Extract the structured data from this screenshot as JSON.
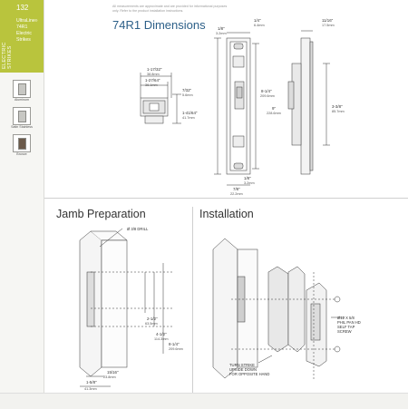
{
  "sidebar": {
    "page_number": "132",
    "vertical_label": "ELECTRIC STRIKES",
    "brand": "UltraLine",
    "model": "74R1",
    "line3": "Electric",
    "line4": "Strikes",
    "finishes": [
      {
        "label": "Aluminum"
      },
      {
        "label": "Satin Stainless"
      },
      {
        "label": "Bronze"
      }
    ]
  },
  "header": {
    "disclaimer": "All measurements are approximate and are provided for informational purposes only. Refer to the product installation instructions.",
    "title": "74R1 Dimensions"
  },
  "dimensions": {
    "top_width": "1/4\"",
    "top_width_mm": "6.4mm",
    "top_offset": "1/8\"",
    "top_offset_mm": "3.2mm",
    "bottom_offset": "1/8\"",
    "bottom_offset_mm": "3.2mm",
    "bottom_width": "7/8\"",
    "bottom_width_mm": "22.2mm",
    "body_height": "8-1/4\"",
    "body_height_mm": "209.6mm",
    "plate_height": "9\"",
    "plate_height_mm": "228.6mm",
    "side_depth": "11/16\"",
    "side_depth_mm": "17.5mm",
    "side_body": "3-3/8\"",
    "side_body_mm": "85.7mm",
    "plan_width": "1-17/32\"",
    "plan_width_mm": "38.8mm",
    "plan_inner": "1-27/64\"",
    "plan_inner_mm": "36.1mm",
    "plan_lip": "7/32\"",
    "plan_lip_mm": "5.6mm",
    "plan_depth": "1-41/64\"",
    "plan_depth_mm": "41.7mm"
  },
  "jamb": {
    "title": "Jamb Preparation",
    "drill": "Ø 3/8 DRILL",
    "d1": "2-1/2\"",
    "d1_mm": "63.5mm",
    "d2": "4-1/2\"",
    "d2_mm": "114.3mm",
    "d3": "8-1/4\"",
    "d3_mm": "209.6mm",
    "w1": "15/16\"",
    "w1_mm": "23.8mm",
    "w2": "1-5/8\"",
    "w2_mm": "41.3mm"
  },
  "installation": {
    "title": "Installation",
    "screw_note_1": "Ø12 X 5/8",
    "screw_note_2": "PHIL PAN HD",
    "screw_note_3": "SELF TAP",
    "screw_note_4": "SCREW",
    "turn_note_1": "TURN STRIKE",
    "turn_note_2": "UPSIDE DOWN",
    "turn_note_3": "FOR OPPOSITE HAND"
  },
  "colors": {
    "tab": "#b9c43d",
    "title": "#2c5f88"
  }
}
